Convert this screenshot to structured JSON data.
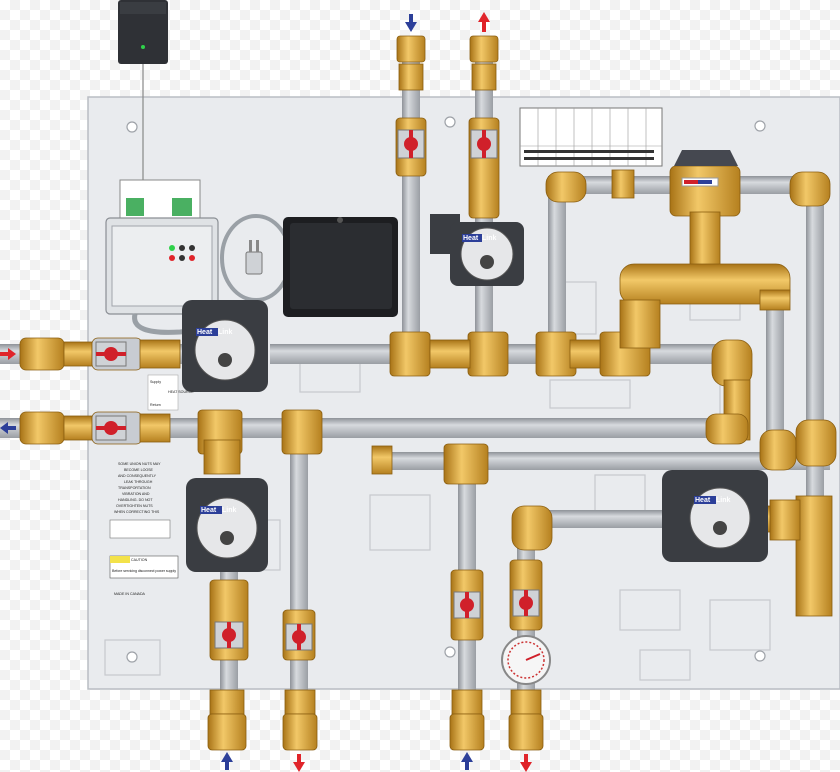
{
  "colors": {
    "panel": "#e9ebee",
    "pipe": "#b8bcc2",
    "brass": "#e0a835",
    "brass_dark": "#b07a18",
    "valve_red": "#d0202a",
    "arrow_red": "#e0242a",
    "arrow_blue": "#2c3f99"
  },
  "panel": {
    "pump_brand": "Heat",
    "pump_brand_suffix": "Link",
    "heat_source_label": "HEAT SOURCE",
    "supply_label": "Supply",
    "return_label": "Return",
    "made_in_label": "MADE IN CANADA",
    "caution_label": "CAUTION",
    "disconnect_label": "Before servicing disconnect power supply",
    "note_lines": [
      "SOME UNION NUTS MAY",
      "BECOME LOOSE",
      "AND CONSEQUENTLY",
      "LEAK THROUGH",
      "TRANSPORTATION",
      "VIBRATION AND",
      "HANDLING. DO NOT",
      "OVERTIGHTEN NUTS",
      "WHEN CORRECTING THIS"
    ]
  },
  "icons": [
    "arrow-in-red",
    "arrow-out-blue",
    "arrow-up-blue",
    "arrow-up-red",
    "arrow-down-blue",
    "arrow-down-red",
    "power-plug-icon",
    "temperature-gauge-icon"
  ]
}
